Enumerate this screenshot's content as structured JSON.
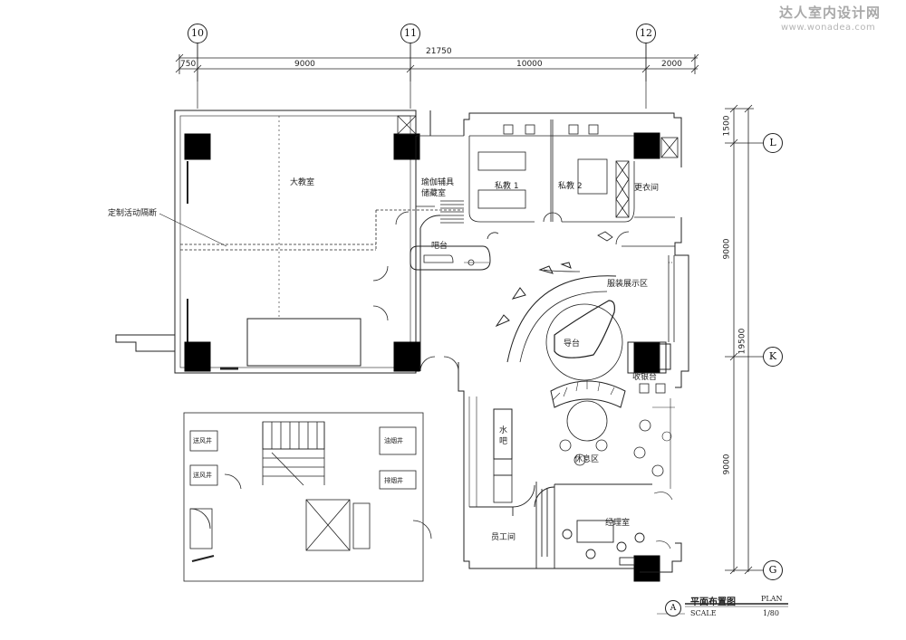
{
  "watermark": {
    "name": "达人室内设计网",
    "url": "www.wonadea.com"
  },
  "axes": {
    "v1": "10",
    "v2": "11",
    "v3": "12",
    "h1": "L",
    "h2": "K",
    "h3": "G"
  },
  "dimensions": {
    "total_width": "21750",
    "seg1": "750",
    "seg2": "9000",
    "seg3": "10000",
    "seg4": "2000",
    "right1": "1500",
    "right2": "9000",
    "right_total": "19500",
    "right3": "9000"
  },
  "rooms": {
    "big_classroom": "大教室",
    "partition": "定制活动隔断",
    "storage_line1": "瑜伽辅具",
    "storage_line2": "储藏室",
    "private1": "私教 1",
    "private2": "私教 2",
    "changing": "更衣间",
    "bar_counter": "吧台",
    "apparel": "服装展示区",
    "reception": "导台",
    "cashier": "收银台",
    "water_bar_line1": "水",
    "water_bar_line2": "吧",
    "lounge": "休息区",
    "staff": "员工间",
    "manager": "经理室",
    "shaft1": "送风井",
    "shaft2": "送风井",
    "smoke_shaft": "油烟井",
    "exhaust_shaft": "排烟井"
  },
  "title_block": {
    "mark": "A",
    "title": "平面布置图",
    "plan": "PLAN",
    "scale_label": "SCALE",
    "scale_value": "1/80"
  }
}
